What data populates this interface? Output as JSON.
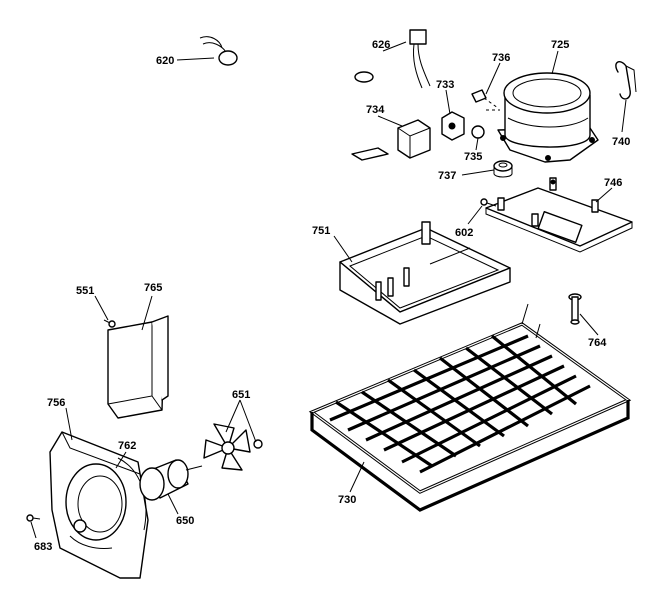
{
  "diagram": {
    "callouts": [
      {
        "id": "620",
        "text": "620"
      },
      {
        "id": "626",
        "text": "626"
      },
      {
        "id": "725",
        "text": "725"
      },
      {
        "id": "736",
        "text": "736"
      },
      {
        "id": "733",
        "text": "733"
      },
      {
        "id": "734",
        "text": "734"
      },
      {
        "id": "735",
        "text": "735"
      },
      {
        "id": "740",
        "text": "740"
      },
      {
        "id": "737",
        "text": "737"
      },
      {
        "id": "746",
        "text": "746"
      },
      {
        "id": "602",
        "text": "602"
      },
      {
        "id": "751",
        "text": "751"
      },
      {
        "id": "551",
        "text": "551"
      },
      {
        "id": "765",
        "text": "765"
      },
      {
        "id": "764",
        "text": "764"
      },
      {
        "id": "651",
        "text": "651"
      },
      {
        "id": "756",
        "text": "756"
      },
      {
        "id": "762",
        "text": "762"
      },
      {
        "id": "650",
        "text": "650"
      },
      {
        "id": "730",
        "text": "730"
      },
      {
        "id": "683",
        "text": "683"
      }
    ]
  }
}
